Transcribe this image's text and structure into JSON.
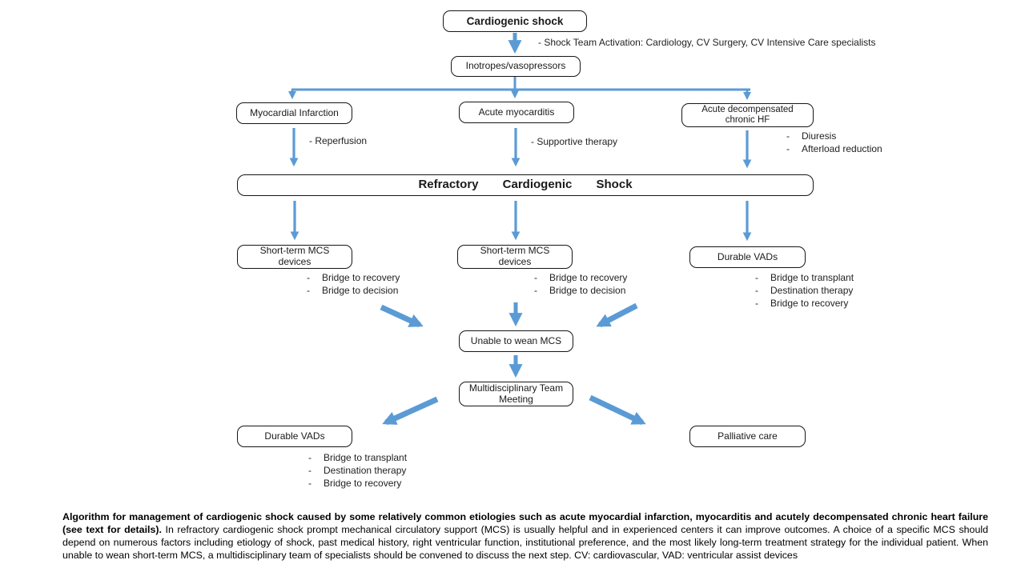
{
  "bullet": "-",
  "colors": {
    "arrow": "#5b9bd5",
    "box_border": "#161616",
    "box_fill": "#ffffff"
  },
  "flow": {
    "cardiogenic_shock": "Cardiogenic shock",
    "team_note": "- Shock Team Activation: Cardiology, CV Surgery, CV Intensive Care specialists",
    "inotropes": "Inotropes/vasopressors",
    "mi": "Myocardial Infarction",
    "mi_note": "- Reperfusion",
    "myocarditis": "Acute myocarditis",
    "myocarditis_note": "- Supportive therapy",
    "adhf": "Acute decompensated chronic HF",
    "adhf_notes": [
      "Diuresis",
      "Afterload reduction"
    ],
    "refractory": "Refractory Cardiogenic Shock",
    "stmcs_left": "Short-term MCS devices",
    "stmcs_left_notes": [
      "Bridge to recovery",
      "Bridge to decision"
    ],
    "stmcs_mid": "Short-term MCS devices",
    "stmcs_mid_notes": [
      "Bridge to recovery",
      "Bridge to decision"
    ],
    "vad_right": "Durable VADs",
    "vad_right_notes": [
      "Bridge to transplant",
      "Destination therapy",
      "Bridge to recovery"
    ],
    "unable_to_wean": "Unable to wean MCS",
    "team_meeting": "Multidisciplinary Team Meeting",
    "vad_bottom": "Durable VADs",
    "vad_bottom_notes": [
      "Bridge to transplant",
      "Destination therapy",
      "Bridge to recovery"
    ],
    "palliative": "Palliative care"
  },
  "caption": {
    "bold": "Algorithm for management of cardiogenic shock caused by some relatively common etiologies such as acute myocardial infarction, myocarditis and acutely decompensated chronic heart failure (see text for details).",
    "regular": " In refractory cardiogenic shock prompt mechanical circulatory support (MCS) is usually helpful and in experienced centers it can improve outcomes. A choice of a specific MCS should depend on numerous factors including etiology of shock, past medical history, right ventricular function, institutional preference, and the most likely long-term treatment strategy for the individual patient. When unable to wean short-term MCS, a multidisciplinary team of specialists should be convened to discuss the next step. CV: cardiovascular, VAD: ventricular assist devices"
  }
}
